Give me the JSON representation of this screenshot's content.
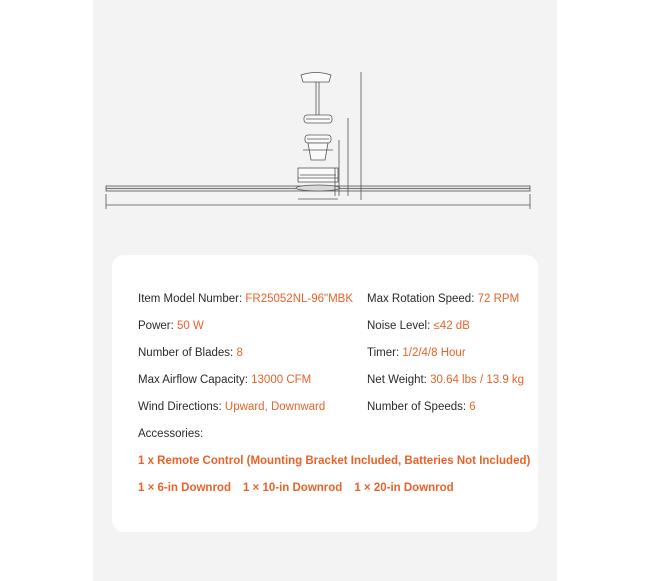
{
  "specs": {
    "model_label": "Item Model Number:",
    "model_value": "FR25052NL-96\"MBK",
    "max_speed_label": "Max Rotation Speed:",
    "max_speed_value": "72 RPM",
    "power_label": "Power:",
    "power_value": "50 W",
    "noise_label": "Noise Level:",
    "noise_value": "≤42 dB",
    "blades_label": "Number of Blades:",
    "blades_value": "8",
    "timer_label": "Timer:",
    "timer_value": "1/2/4/8 Hour",
    "airflow_label": "Max Airflow Capacity:",
    "airflow_value": "13000 CFM",
    "weight_label": "Net Weight:",
    "weight_value": "30.64 lbs / 13.9 kg",
    "wind_label": "Wind Directions:",
    "wind_value": "Upward, Downward",
    "speeds_label": "Number of Speeds:",
    "speeds_value": "6",
    "accessories_label": "Accessories:",
    "accessory_remote": "1 x Remote Control (Mounting Bracket Included, Batteries Not Included)",
    "downrod_1": "1 × 6-in Downrod",
    "downrod_2": "1 × 10-in Downrod",
    "downrod_3": "1 × 20-in Downrod"
  },
  "colors": {
    "accent": "#e8632b",
    "panel_bg": "#f3f3f4",
    "card_bg": "#ffffff"
  }
}
